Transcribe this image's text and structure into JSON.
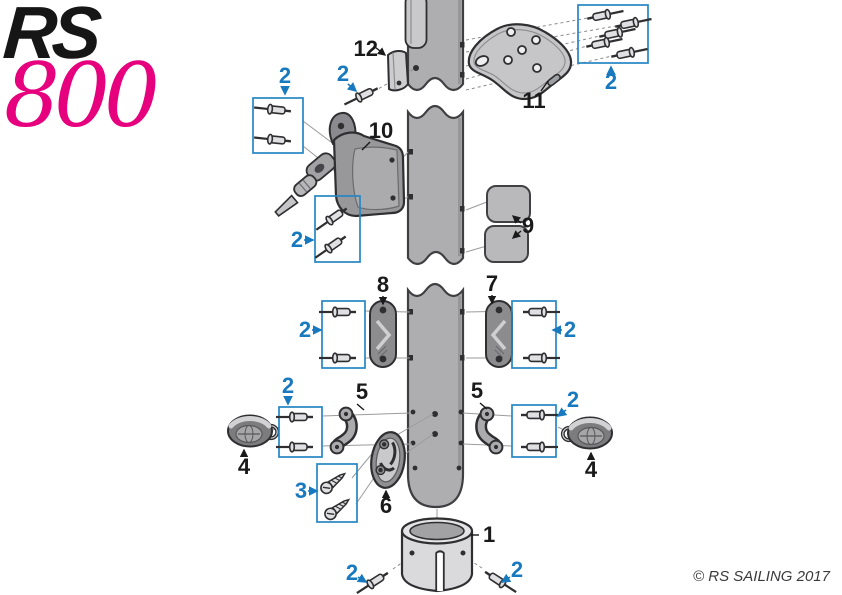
{
  "logo": {
    "brand": "RS",
    "model": "800"
  },
  "footer": {
    "copyright": "© RS SAILING 2017"
  },
  "callouts": {
    "n1": "1",
    "n2": "2",
    "n3": "3",
    "n4": "4",
    "n5": "5",
    "n6": "6",
    "n7": "7",
    "n8": "8",
    "n9": "9",
    "n10": "10",
    "n11": "11",
    "n12": "12"
  },
  "colors": {
    "accent_blue_box": "#2586c4",
    "label_blue": "#1879be",
    "label_black": "#1a1a1a",
    "part_gray": "#aeaeb1",
    "outline_dark": "#2f2f31",
    "logo_black": "#161616",
    "logo_magenta": "#e6007e"
  }
}
